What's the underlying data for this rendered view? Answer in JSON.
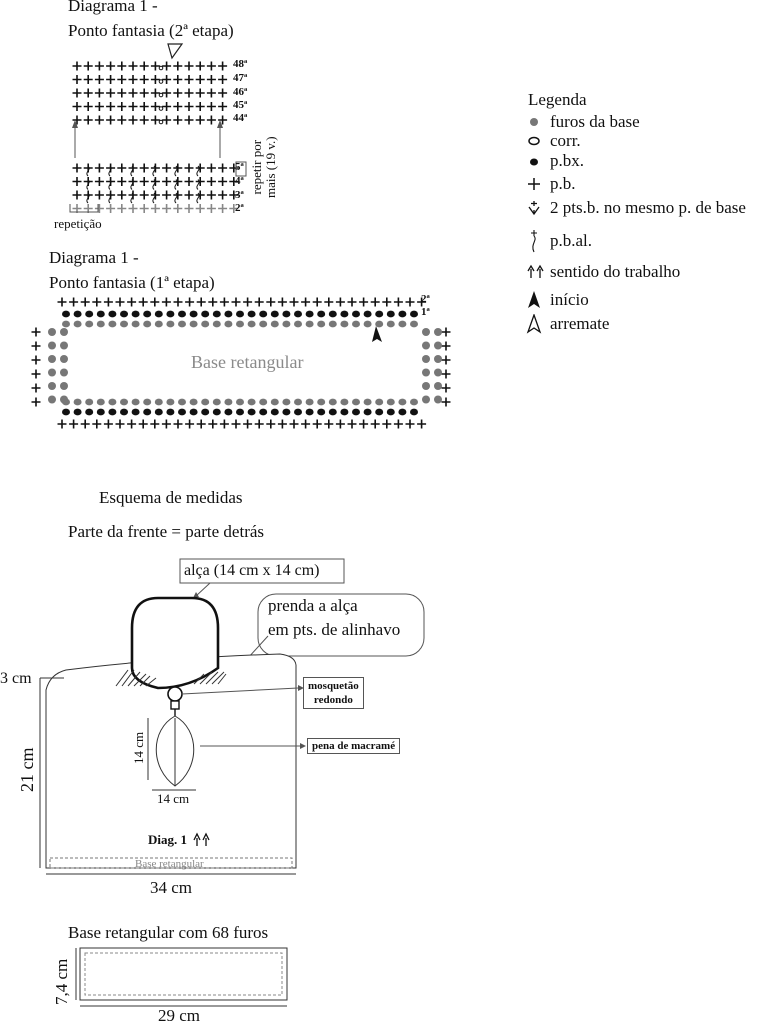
{
  "diagram2": {
    "title_line1": "Diagrama 1 -",
    "title_line2": "Ponto fantasia (2ª etapa)",
    "rows_top": [
      "48ª",
      "47ª",
      "46ª",
      "45ª",
      "44ª"
    ],
    "rows_bottom": [
      "5ª",
      "4ª",
      "3ª",
      "2ª"
    ],
    "repeat_note_line1": "repetir por",
    "repeat_note_line2": "mais (19 v.)",
    "repetition_label": "repetição"
  },
  "diagram1": {
    "title_line1": "Diagrama 1 -",
    "title_line2": "Ponto fantasia (1ª etapa)",
    "base_label": "Base retangular",
    "row_labels": [
      "2ª",
      "1ª"
    ]
  },
  "legend": {
    "title": "Legenda",
    "items": [
      {
        "icon": "gray-dot-icon",
        "label": "furos da base"
      },
      {
        "icon": "oval-icon",
        "label": "corr."
      },
      {
        "icon": "black-dot-icon",
        "label": "p.bx."
      },
      {
        "icon": "plus-icon",
        "label": "p.b."
      },
      {
        "icon": "two-sc-same-point-icon",
        "label": "2 pts.b. no mesmo p. de base"
      },
      {
        "icon": "front-post-sc-icon",
        "label": "p.b.al."
      },
      {
        "icon": "direction-arrows-icon",
        "label": "sentido do trabalho"
      },
      {
        "icon": "start-arrow-icon",
        "label": "início"
      },
      {
        "icon": "finish-arrow-icon",
        "label": "arremate"
      }
    ]
  },
  "measures": {
    "title": "Esquema de medidas",
    "subtitle": "Parte da frente = parte detrás",
    "handle_label": "alça (14 cm x 14 cm)",
    "attach_note_line1": "prenda a alça",
    "attach_note_line2": "em pts. de alinhavo",
    "clasp_line1": "mosquetão",
    "clasp_line2": "redondo",
    "feather_label": "pena de macramé",
    "feather_height": "14 cm",
    "feather_width": "14 cm",
    "top_height": "3 cm",
    "bag_height": "21 cm",
    "bag_width": "34 cm",
    "diag_label": "Diag. 1",
    "base_label": "Base retangular"
  },
  "base_rect": {
    "title": "Base retangular com 68 furos",
    "height": "7,4 cm",
    "width": "29 cm"
  }
}
